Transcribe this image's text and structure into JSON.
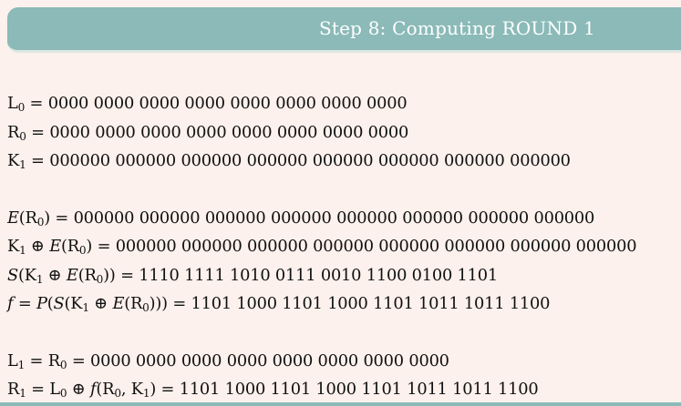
{
  "header": {
    "title": "Step 8: Computing ROUND 1"
  },
  "values": {
    "L0": "0000 0000 0000 0000 0000 0000 0000 0000",
    "R0": "0000 0000 0000 0000 0000 0000 0000 0000",
    "K1": "000000 000000 000000 000000 000000 000000 000000 000000",
    "E_R0": "000000 000000 000000 000000 000000 000000 000000 000000",
    "K1_xor_E_R0": "000000 000000 000000 000000 000000 000000 000000 000000",
    "S_out": "1110 1111 1010 0111 0010 1100 0100 1101",
    "f_out": "1101 1000 1101 1000 1101 1011 1011 1100",
    "L1": "0000 0000 0000 0000 0000 0000 0000 0000",
    "R1": "1101 1000 1101 1000 1101 1011 1011 1100"
  },
  "colors": {
    "header_bg": "#8bbab8",
    "page_bg": "#fcf1ec",
    "header_text": "#ffffff"
  }
}
